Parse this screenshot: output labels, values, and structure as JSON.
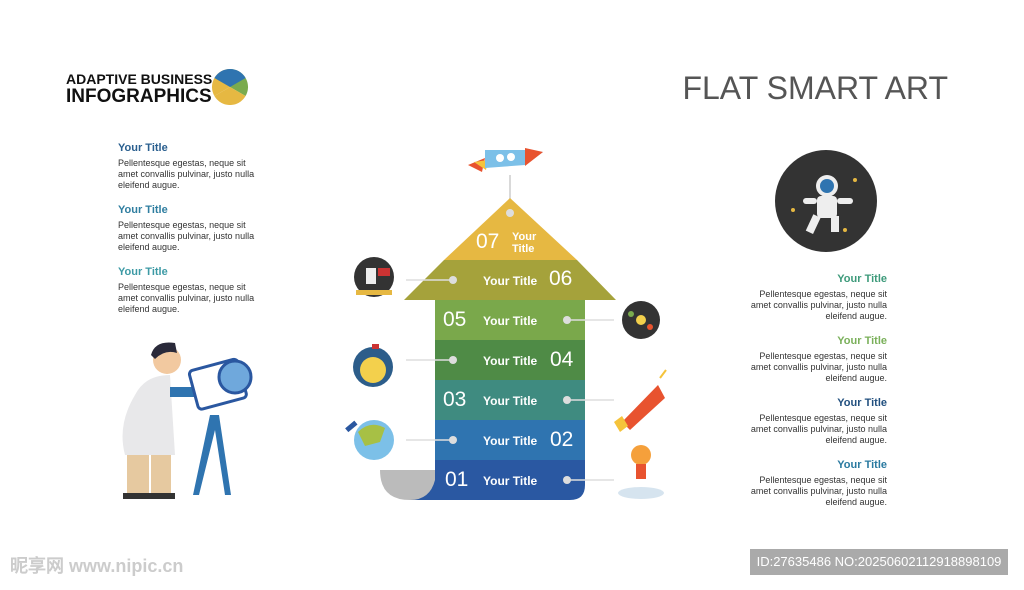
{
  "brand": {
    "line1": "ADAPTIVE BUSINESS",
    "line2": "INFOGRAPHICS"
  },
  "title": "FLAT SMART ART",
  "left_blocks": [
    {
      "title": "Your Title",
      "body": "Pellentesque egestas, neque sit amet convallis pulvinar, justo nulla eleifend augue.",
      "color": "#2a5f8f"
    },
    {
      "title": "Your Title",
      "body": "Pellentesque egestas, neque sit amet convallis pulvinar, justo nulla eleifend augue.",
      "color": "#2f7ea0"
    },
    {
      "title": "Your Title",
      "body": "Pellentesque egestas, neque sit amet convallis pulvinar, justo nulla eleifend augue.",
      "color": "#3d9aa5"
    }
  ],
  "right_blocks": [
    {
      "title": "Your Title",
      "body": "Pellentesque egestas, neque sit amet convallis pulvinar, justo nulla eleifend augue.",
      "color": "#3d9a7a"
    },
    {
      "title": "Your Title",
      "body": "Pellentesque egestas, neque sit amet convallis pulvinar, justo nulla eleifend augue.",
      "color": "#7ab05a"
    },
    {
      "title": "Your Title",
      "body": "Pellentesque egestas, neque sit amet convallis pulvinar, justo nulla eleifend augue.",
      "color": "#22507f"
    },
    {
      "title": "Your Title",
      "body": "Pellentesque egestas, neque sit amet convallis pulvinar, justo nulla eleifend augue.",
      "color": "#2a7aa0"
    }
  ],
  "steps": [
    {
      "num": "07",
      "label": "Your Title",
      "color": "#e6b842"
    },
    {
      "num": "06",
      "label": "Your Title",
      "color": "#a5a23b"
    },
    {
      "num": "05",
      "label": "Your Title",
      "color": "#7aa84b"
    },
    {
      "num": "04",
      "label": "Your Title",
      "color": "#4f8b46"
    },
    {
      "num": "03",
      "label": "Your Title",
      "color": "#3f8b80"
    },
    {
      "num": "02",
      "label": "Your Title",
      "color": "#2f74b0"
    },
    {
      "num": "01",
      "label": "Your Title",
      "color": "#2a58a2"
    }
  ],
  "watermark": "昵享网 www.nipic.cn",
  "id_text": "ID:27635486 NO:20250602112918898109"
}
